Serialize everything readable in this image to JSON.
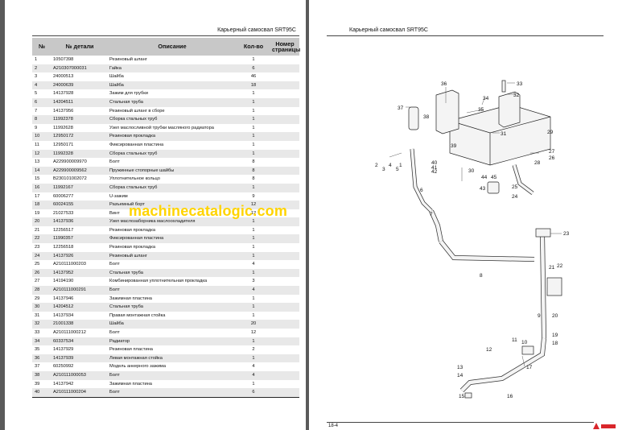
{
  "left_page": {
    "header": "Карьерный самосвал SRT95C",
    "columns": [
      "№",
      "№ детали",
      "Описание",
      "Кол-во",
      "Номер страницы"
    ],
    "rows": [
      {
        "no": "1",
        "part": "10507398",
        "desc": "Резиновый шланг",
        "qty": "1"
      },
      {
        "no": "2",
        "part": "A210307000031",
        "desc": "Гайка",
        "qty": "6"
      },
      {
        "no": "3",
        "part": "24000513",
        "desc": "Шайба",
        "qty": "46"
      },
      {
        "no": "4",
        "part": "24000639",
        "desc": "Шайба",
        "qty": "18"
      },
      {
        "no": "5",
        "part": "14137928",
        "desc": "Зажим для трубки",
        "qty": "1"
      },
      {
        "no": "6",
        "part": "14204511",
        "desc": "Стальная труба",
        "qty": "1"
      },
      {
        "no": "7",
        "part": "14137956",
        "desc": "Резиновый шланг в сборе",
        "qty": "1"
      },
      {
        "no": "8",
        "part": "11992378",
        "desc": "Сборка стальных труб",
        "qty": "1"
      },
      {
        "no": "9",
        "part": "11992628",
        "desc": "Узел маслосливной трубки масляного радиатора",
        "qty": "1"
      },
      {
        "no": "10",
        "part": "12950172",
        "desc": "Резиновая прокладка",
        "qty": "1"
      },
      {
        "no": "11",
        "part": "12950171",
        "desc": "Фиксированная пластина",
        "qty": "1"
      },
      {
        "no": "12",
        "part": "11992328",
        "desc": "Сборка стальных труб",
        "qty": "1"
      },
      {
        "no": "13",
        "part": "A229900009970",
        "desc": "Болт",
        "qty": "8"
      },
      {
        "no": "14",
        "part": "A229900009562",
        "desc": "Пружинные стопорные шайбы",
        "qty": "8"
      },
      {
        "no": "15",
        "part": "B230101002072",
        "desc": "Уплотнительное кольцо",
        "qty": "8"
      },
      {
        "no": "16",
        "part": "11992167",
        "desc": "Сборка стальных труб",
        "qty": "1"
      },
      {
        "no": "17",
        "part": "60006277",
        "desc": "U-зажим",
        "qty": "9"
      },
      {
        "no": "18",
        "part": "60024155",
        "desc": "Разъемный борт",
        "qty": "12"
      },
      {
        "no": "19",
        "part": "21027533",
        "desc": "Винт",
        "qty": "12"
      },
      {
        "no": "20",
        "part": "14137936",
        "desc": "Узел маслозаборника маслоохладителя",
        "qty": "1"
      },
      {
        "no": "21",
        "part": "12256517",
        "desc": "Резиновая прокладка",
        "qty": "1"
      },
      {
        "no": "22",
        "part": "11990357",
        "desc": "Фиксированная пластина",
        "qty": "1"
      },
      {
        "no": "23",
        "part": "12256518",
        "desc": "Резиновая прокладка",
        "qty": "1"
      },
      {
        "no": "24",
        "part": "14137926",
        "desc": "Резиновый шланг",
        "qty": "1"
      },
      {
        "no": "25",
        "part": "A210111000203",
        "desc": "Болт",
        "qty": "4"
      },
      {
        "no": "26",
        "part": "14137952",
        "desc": "Стальная труба",
        "qty": "1"
      },
      {
        "no": "27",
        "part": "14194190",
        "desc": "Комбинированная уплотнительная прокладка",
        "qty": "3"
      },
      {
        "no": "28",
        "part": "A210111000291",
        "desc": "Болт",
        "qty": "4"
      },
      {
        "no": "29",
        "part": "14137946",
        "desc": "Зажимная пластина",
        "qty": "1"
      },
      {
        "no": "30",
        "part": "14204512",
        "desc": "Стальная труба",
        "qty": "1"
      },
      {
        "no": "31",
        "part": "14137934",
        "desc": "Правая монтажная стойка",
        "qty": "1"
      },
      {
        "no": "32",
        "part": "21001338",
        "desc": "Шайба",
        "qty": "20"
      },
      {
        "no": "33",
        "part": "A210111000212",
        "desc": "Болт",
        "qty": "12"
      },
      {
        "no": "34",
        "part": "60337534",
        "desc": "Радиатор",
        "qty": "1"
      },
      {
        "no": "35",
        "part": "14137929",
        "desc": "Резиновая пластина",
        "qty": "2"
      },
      {
        "no": "36",
        "part": "14137939",
        "desc": "Левая монтажная стойка",
        "qty": "1"
      },
      {
        "no": "37",
        "part": "60250992",
        "desc": "Модель анкерного зажима",
        "qty": "4"
      },
      {
        "no": "38",
        "part": "A210111000053",
        "desc": "Болт",
        "qty": "4"
      },
      {
        "no": "39",
        "part": "14137942",
        "desc": "Зажимная пластина",
        "qty": "1"
      },
      {
        "no": "40",
        "part": "A210111000204",
        "desc": "Болт",
        "qty": "6"
      }
    ]
  },
  "right_page": {
    "header": "Карьерный самосвал SRT95C",
    "page_number": "18-4",
    "callouts": [
      "1",
      "2",
      "3",
      "4",
      "5",
      "6",
      "7",
      "8",
      "9",
      "10",
      "11",
      "12",
      "13",
      "14",
      "15",
      "16",
      "17",
      "18",
      "19",
      "20",
      "21",
      "22",
      "23",
      "24",
      "25",
      "26",
      "27",
      "28",
      "29",
      "30",
      "31",
      "32",
      "33",
      "34",
      "35",
      "36",
      "37",
      "38",
      "39",
      "40",
      "41",
      "42",
      "43",
      "44",
      "45"
    ]
  },
  "watermark": "machinecatalogic.com",
  "colors": {
    "watermark": "#ffd400",
    "table_header": "#c8c8c8",
    "row_alt": "#e8e8e8",
    "brand": "#d9262b",
    "background": "#5a5a5a"
  }
}
